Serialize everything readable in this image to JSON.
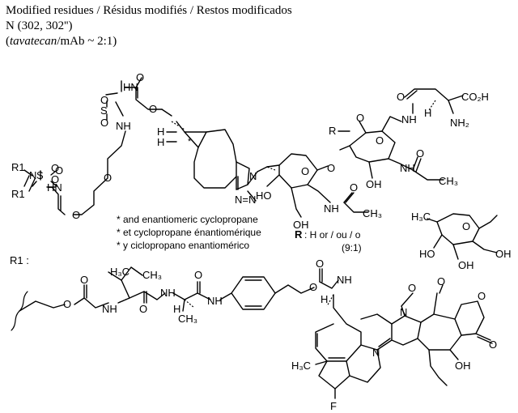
{
  "header": {
    "line1": "Modified residues / Résidus modifiés / Restos modificados",
    "line2": "N (302, 302'')",
    "line3_open": "(",
    "line3_italic": "tavatecan",
    "line3_rest": "/mAb ~ 2:1)"
  },
  "notes": [
    "* and enantiomeric cyclopropane",
    "* et cyclopropane énantiomérique",
    "* y ciclopropano enantiomérico"
  ],
  "r_def": {
    "label": "R",
    "text": ": H or / ou / o",
    "ratio": "(9:1)"
  },
  "r1_label": "R1 :",
  "atoms": {
    "HN": "HN",
    "NH": "NH",
    "O": "O",
    "S": "S",
    "N": "N",
    "R1": "R1",
    "H": "H",
    "star": "*",
    "R": "R",
    "CO2H": "CO₂H",
    "NH2": "NH₂",
    "OH": "OH",
    "HO": "HO",
    "H3C": "H₃C",
    "CH3": "CH₃",
    "F": "F",
    "nn": "N=N"
  }
}
